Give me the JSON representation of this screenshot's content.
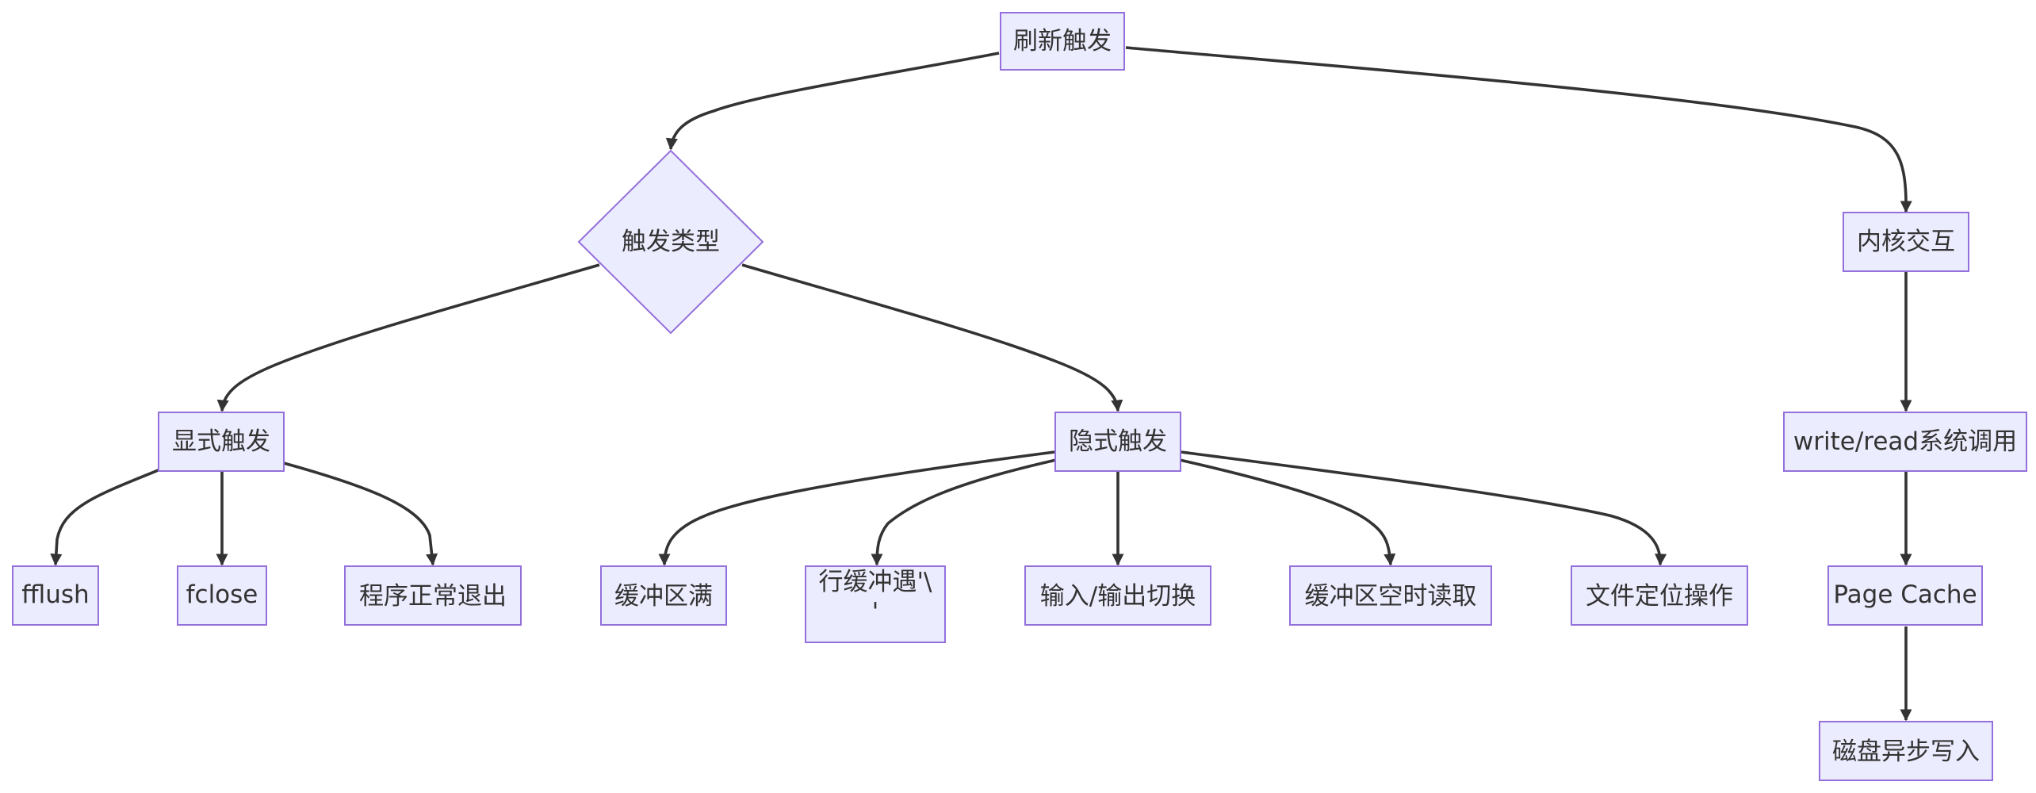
{
  "diagram": {
    "type": "flowchart",
    "nodes": {
      "root": "刷新触发",
      "trigger_type": "触发类型",
      "kernel": "内核交互",
      "explicit": "显式触发",
      "implicit": "隐式触发",
      "syscall": "write/read系统调用",
      "fflush": "fflush",
      "fclose": "fclose",
      "normal_exit": "程序正常退出",
      "buffer_full": "缓冲区满",
      "line_buffer_line1": "行缓冲遇'\\",
      "line_buffer_line2": "'",
      "io_switch": "输入/输出切换",
      "buffer_empty_read": "缓冲区空时读取",
      "file_seek": "文件定位操作",
      "page_cache": "Page Cache",
      "disk_write": "磁盘异步写入"
    },
    "edges": [
      [
        "root",
        "trigger_type"
      ],
      [
        "root",
        "kernel"
      ],
      [
        "trigger_type",
        "explicit"
      ],
      [
        "trigger_type",
        "implicit"
      ],
      [
        "explicit",
        "fflush"
      ],
      [
        "explicit",
        "fclose"
      ],
      [
        "explicit",
        "normal_exit"
      ],
      [
        "implicit",
        "buffer_full"
      ],
      [
        "implicit",
        "line_buffer"
      ],
      [
        "implicit",
        "io_switch"
      ],
      [
        "implicit",
        "buffer_empty_read"
      ],
      [
        "implicit",
        "file_seek"
      ],
      [
        "kernel",
        "syscall"
      ],
      [
        "syscall",
        "page_cache"
      ],
      [
        "page_cache",
        "disk_write"
      ]
    ]
  }
}
